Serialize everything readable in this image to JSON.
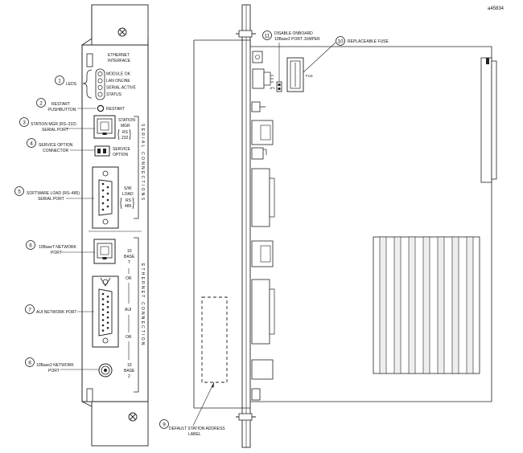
{
  "figure_id": "a45834",
  "front_panel": {
    "title_line1": "ETHERNET",
    "title_line2": "INTERFACE",
    "leds": [
      "MODULE OK",
      "LAN ONLINE",
      "SERIAL ACTIVE",
      "STATUS"
    ],
    "restart": "RESTART",
    "station_mgr": [
      "STATION",
      "MGR",
      "RS",
      "232"
    ],
    "service_option": [
      "SERVICE",
      "OPTION"
    ],
    "sw_load": [
      "S/W",
      "LOAD",
      "RS",
      "485"
    ],
    "serial_connections_vertical": "SERIAL CONNECTIONS",
    "ethernet_connection_vertical": "ETHERNET CONNECTION",
    "tenbaset": [
      "10",
      "BASE",
      "T"
    ],
    "or_label": "OR",
    "aui": "AUI",
    "tenbase2": [
      "10",
      "BASE",
      "2"
    ]
  },
  "callouts": [
    {
      "num": "1",
      "lines": [
        "LEDS"
      ]
    },
    {
      "num": "2",
      "lines": [
        "RESTART",
        "PUSHBUTTON"
      ]
    },
    {
      "num": "3",
      "lines": [
        "STATION MGR (RS–232)",
        "SERIAL PORT"
      ]
    },
    {
      "num": "4",
      "lines": [
        "SERVICE OPTION",
        "CONNECTOR"
      ]
    },
    {
      "num": "5",
      "lines": [
        "SOFTWARE LOAD (RS–485)",
        "SERIAL PORT"
      ]
    },
    {
      "num": "6",
      "lines": [
        "10BaseT NETWORK",
        "PORT"
      ]
    },
    {
      "num": "7",
      "lines": [
        "AUI NETWORK PORT"
      ]
    },
    {
      "num": "8",
      "lines": [
        "10Base2 NETWORK",
        "PORT"
      ]
    },
    {
      "num": "9",
      "lines": [
        "DEFAULT STATION ADDRESS",
        "LABEL"
      ]
    },
    {
      "num": "10",
      "lines": [
        "REPLACEABLE FUSE"
      ]
    },
    {
      "num": "11",
      "lines": [
        "DISABLE ONBOARD",
        "10Base2 PORT JUMPER"
      ]
    }
  ],
  "board": {
    "jumper_label": "JP1",
    "fuse_label": "FU3"
  }
}
